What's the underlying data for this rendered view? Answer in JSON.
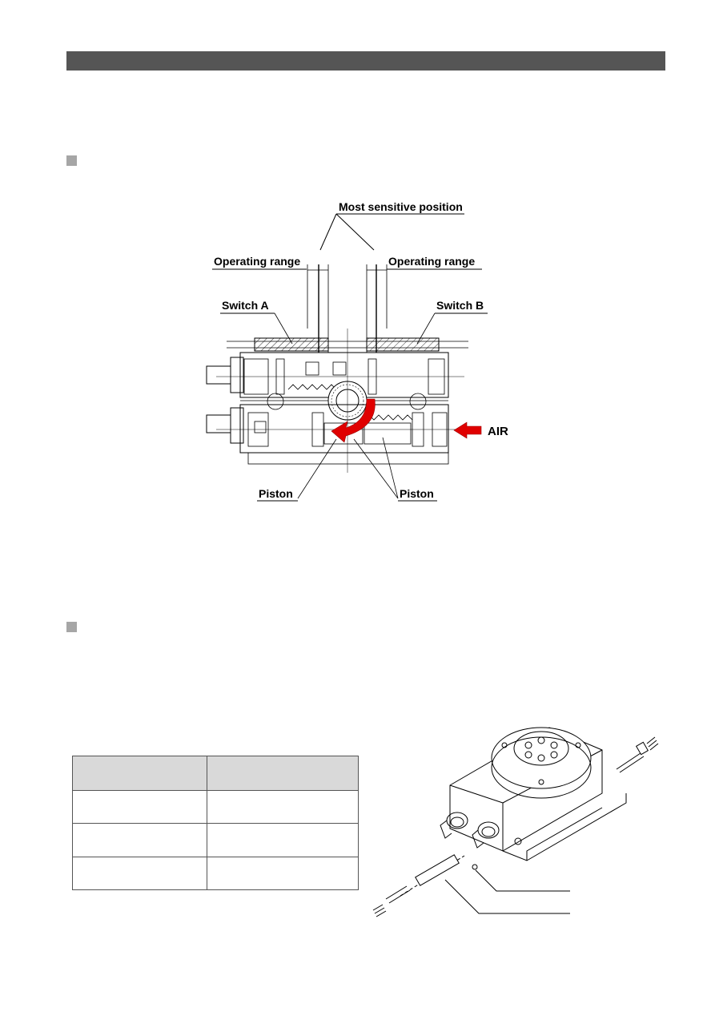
{
  "diagram": {
    "label_most_sensitive": "Most sensitive position",
    "label_operating_range_left": "Operating range",
    "label_operating_range_right": "Operating range",
    "label_switch_a": "Switch A",
    "label_switch_b": "Switch B",
    "label_air": "AIR",
    "label_piston_left": "Piston",
    "label_piston_right": "Piston",
    "arrow_color": "#e00000"
  },
  "table": {
    "header": [
      "",
      ""
    ],
    "rows": [
      [
        "",
        ""
      ],
      [
        "",
        ""
      ],
      [
        "",
        ""
      ]
    ]
  },
  "colors": {
    "header_bar": "#555555",
    "bullet": "#a6a6a6",
    "table_header_bg": "#d9d9d9"
  }
}
